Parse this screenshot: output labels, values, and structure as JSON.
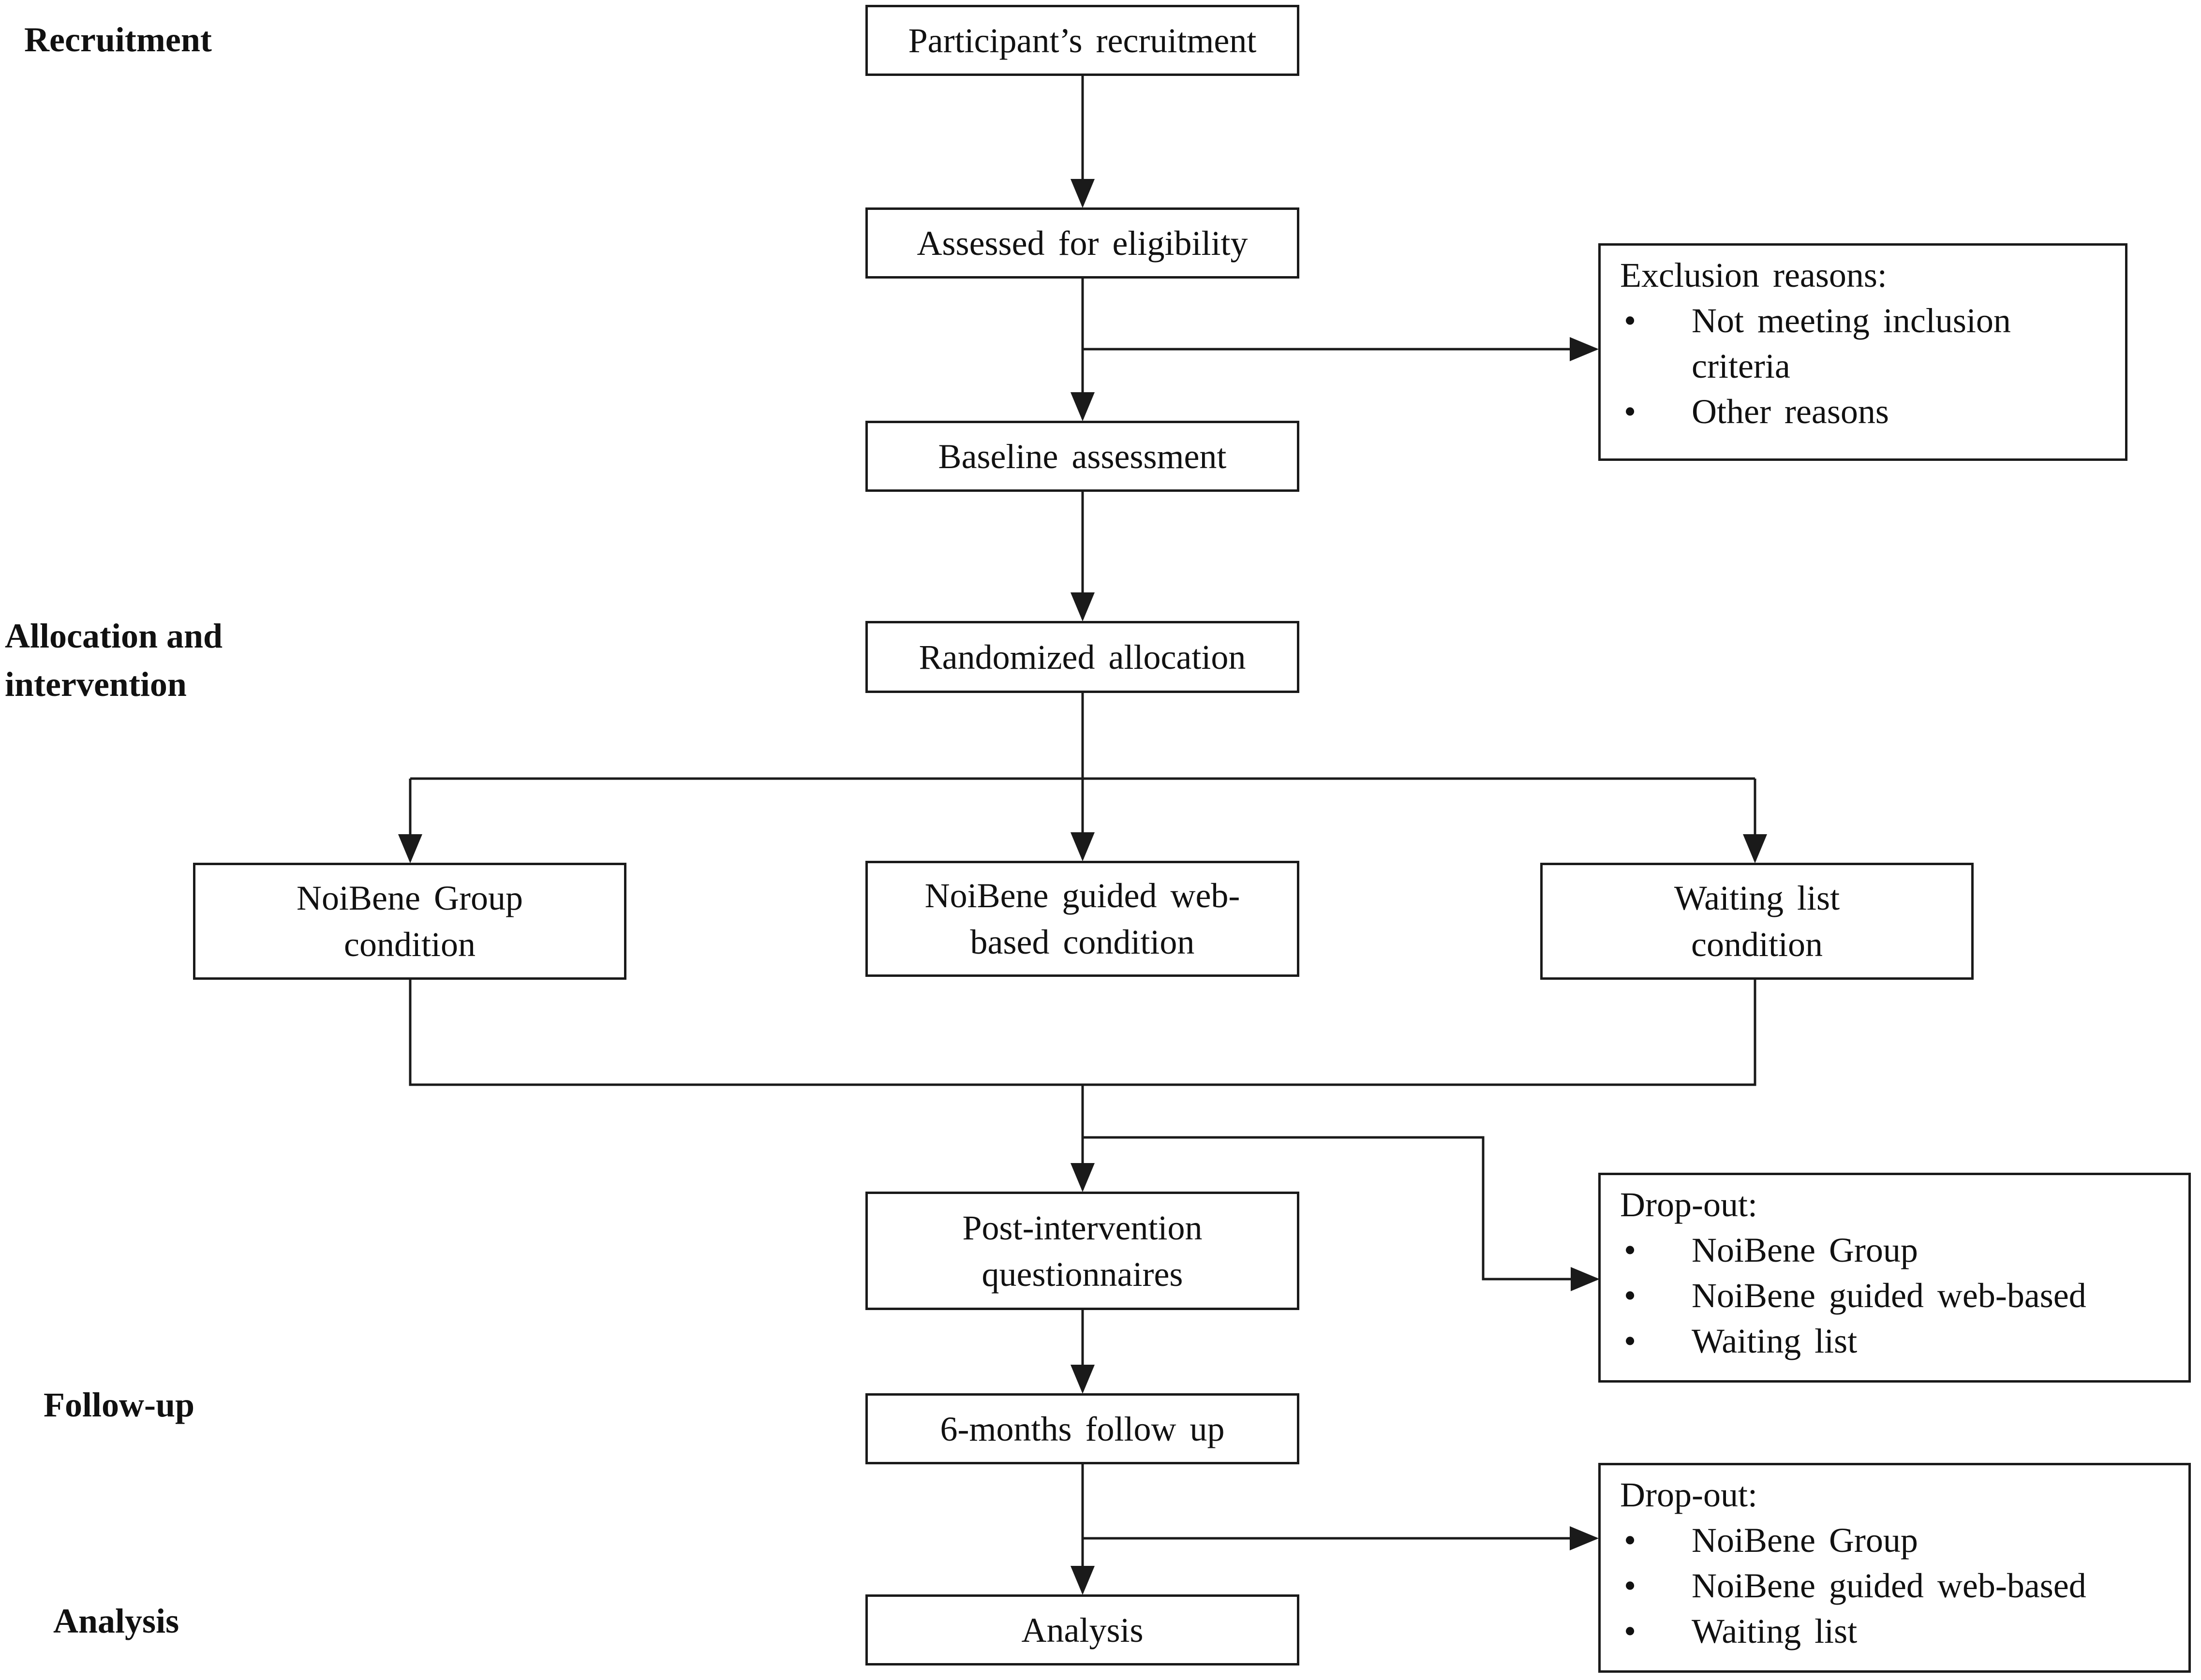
{
  "phases": {
    "recruitment": "Recruitment",
    "allocation_line1": "Allocation and",
    "allocation_line2": "intervention",
    "followup": "Follow-up",
    "analysis": "Analysis"
  },
  "boxes": {
    "recruitment": "Participant’s recruitment",
    "eligibility": "Assessed for eligibility",
    "baseline": "Baseline assessment",
    "randomized": "Randomized allocation",
    "group_line1": "NoiBene Group",
    "group_line2": "condition",
    "web_line1": "NoiBene guided web-",
    "web_line2": "based condition",
    "waiting_line1": "Waiting list",
    "waiting_line2": "condition",
    "post_line1": "Post-intervention",
    "post_line2": "questionnaires",
    "followup": "6-months follow up",
    "analysis": "Analysis"
  },
  "exclusion": {
    "title": "Exclusion reasons:",
    "item1_line1": "Not meeting inclusion",
    "item1_line2": "criteria",
    "item2": "Other reasons"
  },
  "dropout_post": {
    "title": "Drop-out:",
    "items": [
      "NoiBene Group",
      "NoiBene guided web-based",
      "Waiting list"
    ]
  },
  "dropout_followup": {
    "title": "Drop-out:",
    "items": [
      "NoiBene Group",
      "NoiBene guided web-based",
      "Waiting list"
    ]
  },
  "colors": {
    "line": "#1a1a1a",
    "text": "#111111",
    "background": "#ffffff"
  }
}
